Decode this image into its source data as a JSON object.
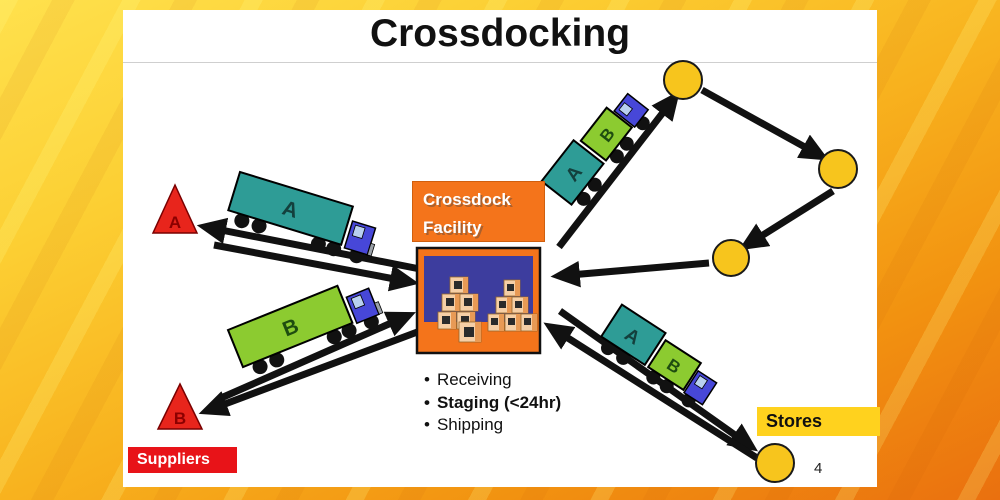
{
  "slide": {
    "title": "Crossdocking",
    "page_number": "4"
  },
  "glyphs": {
    "bullet": "•"
  },
  "facility_label": {
    "line1": "Crossdock",
    "line2": "Facility"
  },
  "process_bullets": [
    {
      "text": "Receiving"
    },
    {
      "text": "Staging (<24hr)"
    },
    {
      "text": "Shipping"
    }
  ],
  "suppliers": {
    "group_label": "Suppliers",
    "nodes": [
      {
        "id": "A"
      },
      {
        "id": "B"
      }
    ]
  },
  "stores": {
    "group_label": "Stores",
    "node_count": 4
  },
  "trucks": [
    {
      "name": "truck-supplier-a",
      "cargo": [
        "A"
      ]
    },
    {
      "name": "truck-supplier-b",
      "cargo": [
        "B"
      ]
    },
    {
      "name": "truck-mixed-upper",
      "cargo": [
        "A",
        "B"
      ]
    },
    {
      "name": "truck-mixed-lower",
      "cargo": [
        "A",
        "B"
      ]
    }
  ],
  "colors": {
    "slide_background": "#ffffff",
    "page_background_top": "#ffe14d",
    "page_background_bottom": "#ea700f",
    "facility_orange": "#f4741b",
    "facility_inner_blue": "#3d3d9e",
    "stores_yellow": "#ffd21e",
    "suppliers_red": "#e81318",
    "store_node_gold": "#f7c51d",
    "supplier_triangle_red": "#e8251c",
    "truck_teal": "#2e9c96",
    "truck_green": "#8ccb30",
    "truck_cab_blue": "#4747d8",
    "arrow_black": "#111111"
  }
}
